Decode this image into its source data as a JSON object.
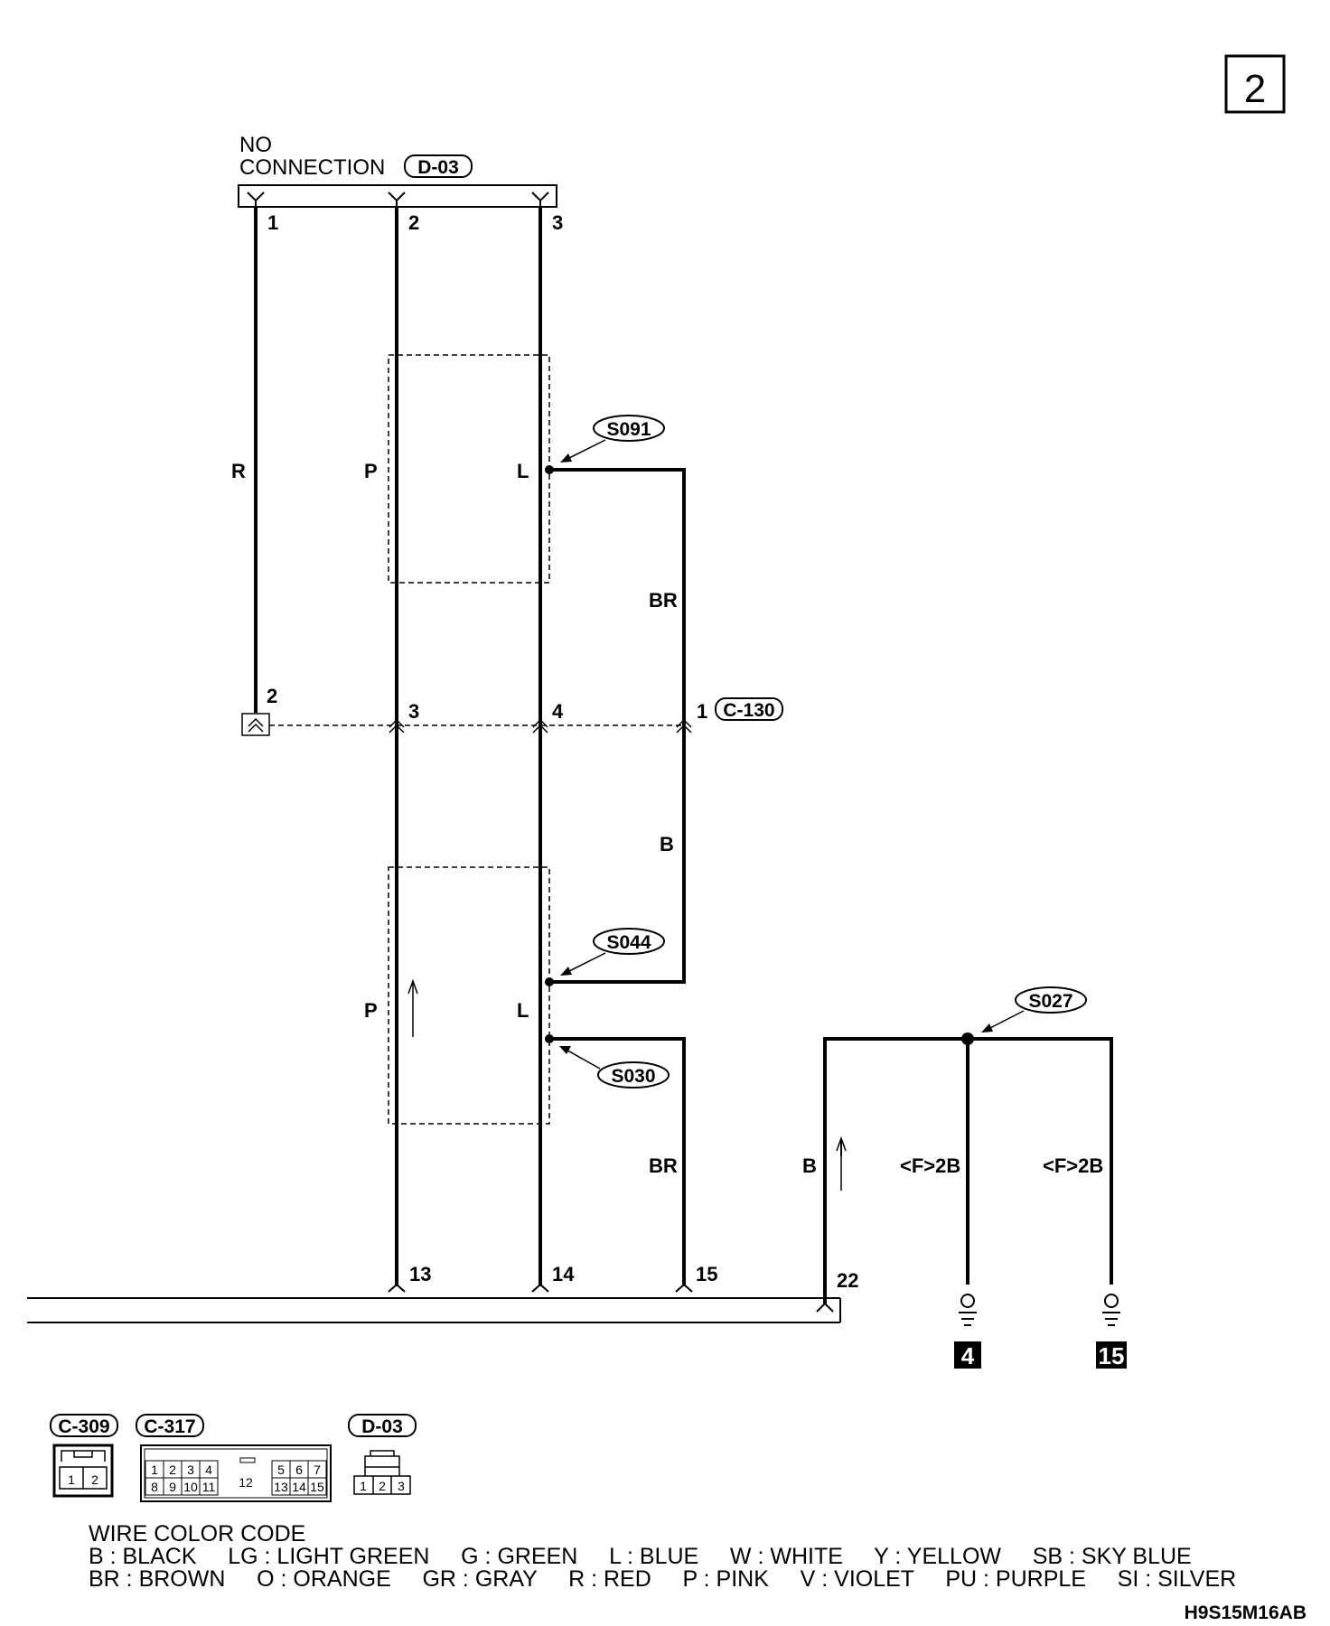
{
  "page_number": "2",
  "top_connector": {
    "note_line1": "NO",
    "note_line2": "CONNECTION",
    "id": "D-03",
    "pins": [
      "1",
      "2",
      "3"
    ]
  },
  "wires": {
    "w1_color": "R",
    "w2_upper_color": "P",
    "w3_upper_color": "L",
    "w4_upper_color": "BR",
    "w4_lower_color": "B",
    "w2_lower_color": "P",
    "w3_lower_color": "L",
    "w5_color": "BR",
    "ground_feed_color": "B",
    "ground_branch_1": "<F>2B",
    "ground_branch_2": "<F>2B"
  },
  "splices": {
    "upper": "S091",
    "middle": "S044",
    "lower": "S030",
    "ground": "S027"
  },
  "mid_connector": {
    "id": "C-130",
    "pins": [
      "2",
      "3",
      "4",
      "1"
    ]
  },
  "bottom_pins": [
    "13",
    "14",
    "15",
    "22"
  ],
  "grounds": [
    "4",
    "15"
  ],
  "connector_views": {
    "c309": {
      "id": "C-309",
      "pins": [
        "1",
        "2"
      ]
    },
    "c317": {
      "id": "C-317",
      "top_pins": [
        "1",
        "2",
        "3",
        "4",
        "5",
        "6",
        "7"
      ],
      "bottom_pins": [
        "8",
        "9",
        "10",
        "11",
        "13",
        "14",
        "15"
      ],
      "center_pin": "12"
    },
    "d03": {
      "id": "D-03",
      "pins": [
        "1",
        "2",
        "3"
      ]
    }
  },
  "wire_color_code": {
    "title": "WIRE COLOR CODE",
    "row1": "B : BLACK     LG : LIGHT GREEN     G : GREEN     L : BLUE     W : WHITE     Y : YELLOW     SB : SKY BLUE",
    "row2": "BR : BROWN     O : ORANGE     GR : GRAY     R : RED     P : PINK     V : VIOLET     PU : PURPLE     SI : SILVER"
  },
  "figure_code": "H9S15M16AB"
}
